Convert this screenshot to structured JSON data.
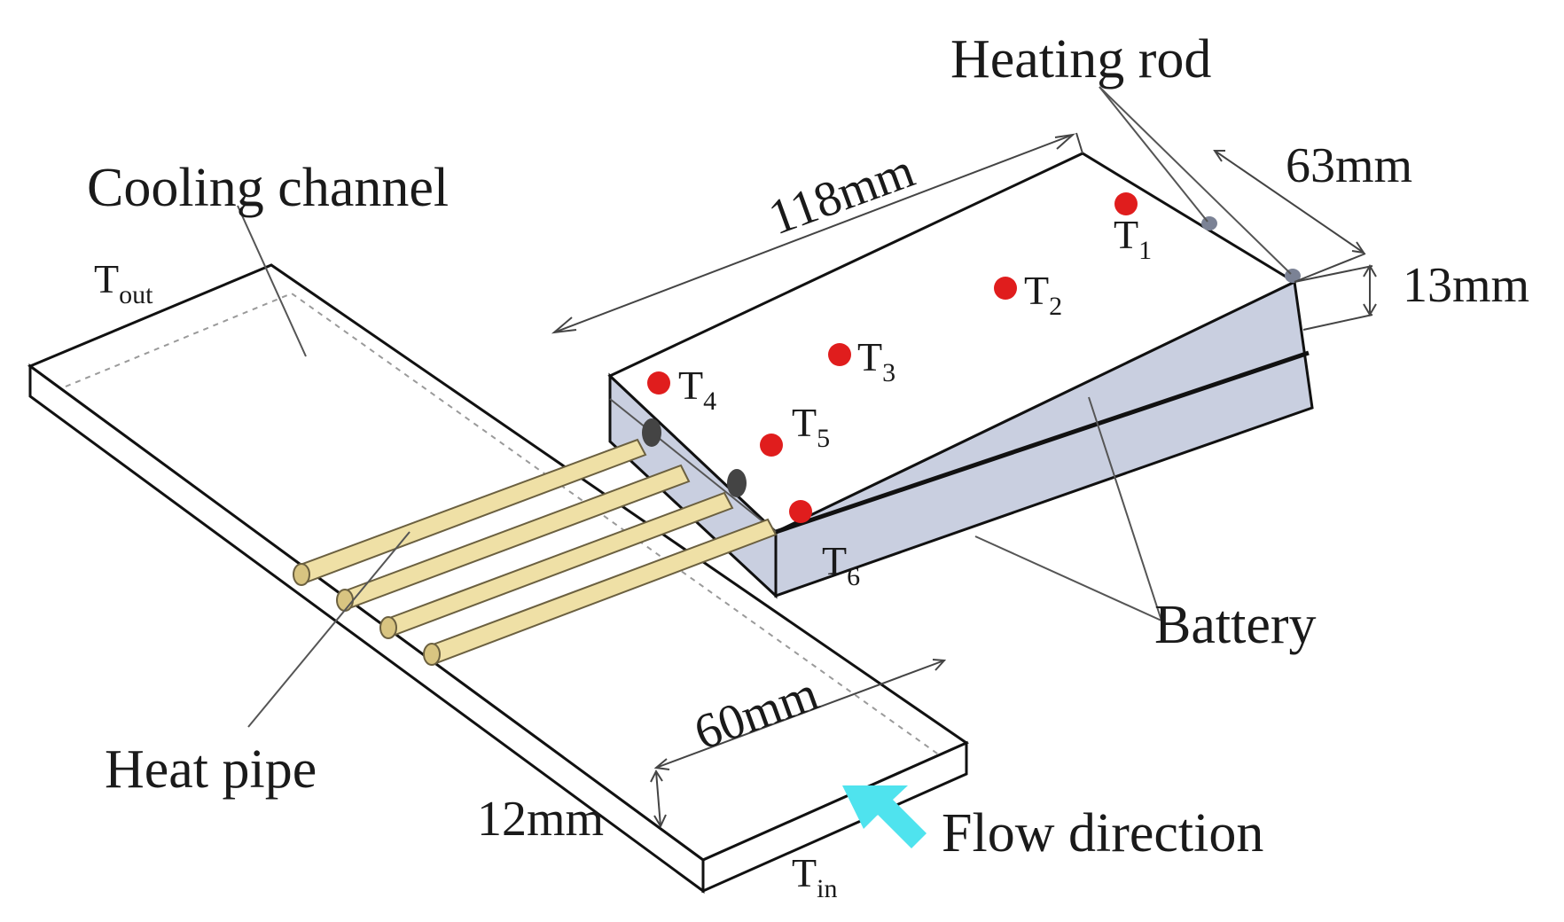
{
  "labels": {
    "heating_rod": "Heating rod",
    "cooling_channel": "Cooling channel",
    "battery": "Battery",
    "heat_pipe": "Heat pipe",
    "flow_direction": "Flow direction"
  },
  "dimensions": {
    "battery_length": "118mm",
    "battery_width": "63mm",
    "battery_height": "13mm",
    "channel_width": "60mm",
    "channel_height": "12mm"
  },
  "temperatures": {
    "t_out": {
      "symbol": "T",
      "sub": "out"
    },
    "t_in": {
      "symbol": "T",
      "sub": "in"
    },
    "t1": {
      "symbol": "T",
      "sub": "1"
    },
    "t2": {
      "symbol": "T",
      "sub": "2"
    },
    "t3": {
      "symbol": "T",
      "sub": "3"
    },
    "t4": {
      "symbol": "T",
      "sub": "4"
    },
    "t5": {
      "symbol": "T",
      "sub": "5"
    },
    "t6": {
      "symbol": "T",
      "sub": "6"
    }
  },
  "colors": {
    "battery_top": "#ffffff",
    "battery_side": "#c9cfe0",
    "heat_pipe": "#efe0a6",
    "sensor_dot": "#e01d1d",
    "flow_arrow": "#4fe3ee"
  }
}
